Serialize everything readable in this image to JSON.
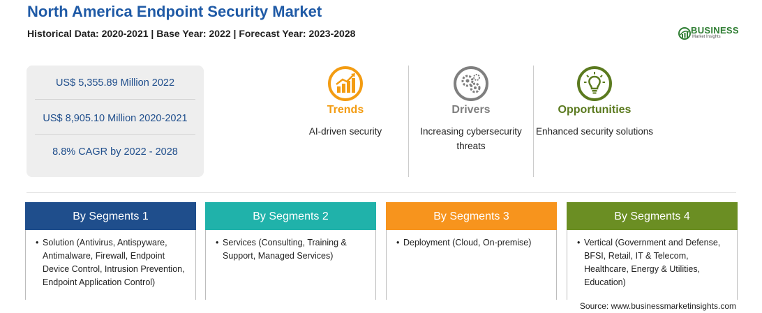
{
  "header": {
    "title": "North America Endpoint Security Market",
    "subtitle": "Historical Data: 2020-2021 | Base Year: 2022 | Forecast Year: 2023-2028"
  },
  "logo": {
    "word": "BUSINESS",
    "tagline": "Market Insights",
    "color": "#2e7d32"
  },
  "stats": [
    "US$ 5,355.89 Million 2022",
    "US$ 8,905.10 Million 2020-2021",
    "8.8% CAGR by 2022 - 2028"
  ],
  "factors": {
    "trends": {
      "label": "Trends",
      "desc": "AI-driven security",
      "icon": "rising-chart-icon",
      "color": "#f39c12"
    },
    "drivers": {
      "label": "Drivers",
      "desc": "Increasing cybersecurity threats",
      "icon": "gears-icon",
      "color": "#7f7f7f"
    },
    "opportunities": {
      "label": "Opportunities",
      "desc": "Enhanced security solutions",
      "icon": "lightbulb-icon",
      "color": "#5b7a1f"
    }
  },
  "segments": [
    {
      "title": "By Segments 1",
      "color": "#1f4e8c",
      "items": [
        "Solution (Antivirus, Antispyware, Antimalware, Firewall, Endpoint Device Control, Intrusion Prevention, Endpoint Application Control)"
      ]
    },
    {
      "title": "By Segments 2",
      "color": "#20b2aa",
      "items": [
        "Services (Consulting, Training & Support, Managed Services)"
      ]
    },
    {
      "title": "By Segments 3",
      "color": "#f7941d",
      "items": [
        "Deployment (Cloud, On-premise)"
      ]
    },
    {
      "title": "By Segments 4",
      "color": "#6b8e23",
      "items": [
        "Vertical (Government and Defense, BFSI, Retail, IT & Telecom, Healthcare, Energy & Utilities, Education)"
      ]
    }
  ],
  "bullet": "•",
  "source": "Source: www.businessmarketinsights.com"
}
